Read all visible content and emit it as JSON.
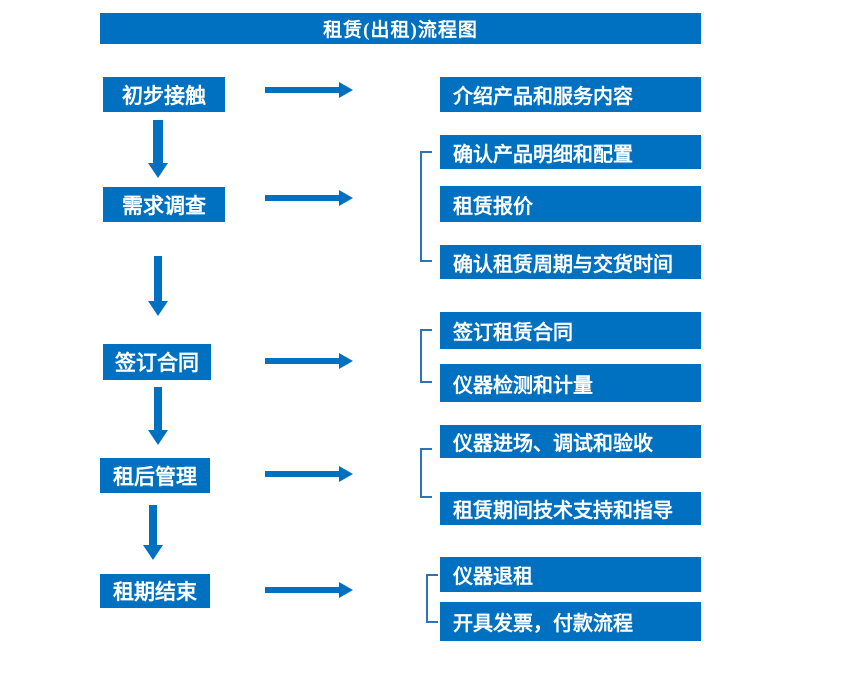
{
  "title": "租赁(出租)流程图",
  "colors": {
    "primary_blue": "#0070C0",
    "bracket_blue": "#2E74B5",
    "text_white": "#FFFFFF",
    "background": "#FFFFFF"
  },
  "stages": [
    {
      "label": "初步接触",
      "outputs": [
        "介绍产品和服务内容"
      ]
    },
    {
      "label": "需求调查",
      "outputs": [
        "确认产品明细和配置",
        "租赁报价",
        "确认租赁周期与交货时间"
      ]
    },
    {
      "label": "签订合同",
      "outputs": [
        "签订租赁合同",
        "仪器检测和计量"
      ]
    },
    {
      "label": "租后管理",
      "outputs": [
        "仪器进场、调试和验收",
        "租赁期间技术支持和指导"
      ]
    },
    {
      "label": "租期结束",
      "outputs": [
        "仪器退租",
        "开具发票，付款流程"
      ]
    }
  ]
}
